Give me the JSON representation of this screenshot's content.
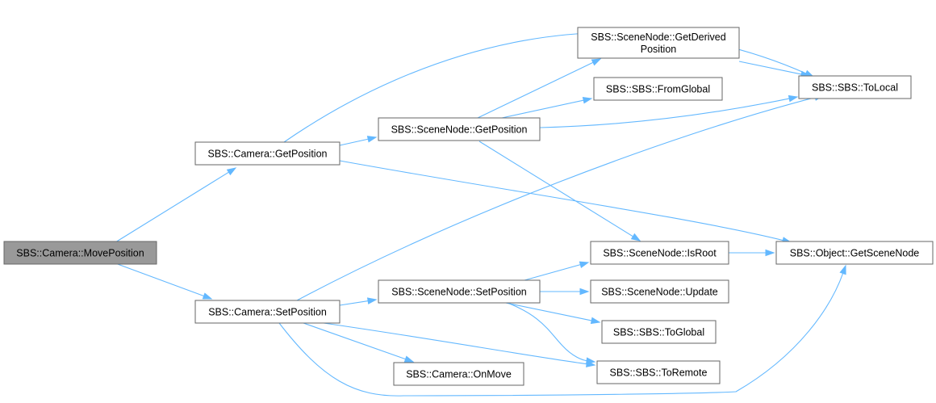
{
  "colors": {
    "edge": "#63b8ff",
    "node_fill": "#ffffff",
    "root_fill": "#999999",
    "border": "#666666"
  },
  "nodes": [
    {
      "id": "move",
      "lines": [
        "SBS::Camera::MovePosition"
      ],
      "root": true
    },
    {
      "id": "camget",
      "lines": [
        "SBS::Camera::GetPosition"
      ]
    },
    {
      "id": "camset",
      "lines": [
        "SBS::Camera::SetPosition"
      ]
    },
    {
      "id": "sn_getpos",
      "lines": [
        "SBS::SceneNode::GetPosition"
      ]
    },
    {
      "id": "sn_getder",
      "lines": [
        "SBS::SceneNode::GetDerived",
        "Position"
      ]
    },
    {
      "id": "fromglobal",
      "lines": [
        "SBS::SBS::FromGlobal"
      ]
    },
    {
      "id": "tolocal",
      "lines": [
        "SBS::SBS::ToLocal"
      ]
    },
    {
      "id": "isroot",
      "lines": [
        "SBS::SceneNode::IsRoot"
      ]
    },
    {
      "id": "getscenenode",
      "lines": [
        "SBS::Object::GetSceneNode"
      ]
    },
    {
      "id": "sn_setpos",
      "lines": [
        "SBS::SceneNode::SetPosition"
      ]
    },
    {
      "id": "update",
      "lines": [
        "SBS::SceneNode::Update"
      ]
    },
    {
      "id": "toglobal",
      "lines": [
        "SBS::SBS::ToGlobal"
      ]
    },
    {
      "id": "toremote",
      "lines": [
        "SBS::SBS::ToRemote"
      ]
    },
    {
      "id": "onmove",
      "lines": [
        "SBS::Camera::OnMove"
      ]
    }
  ],
  "edges": [
    {
      "from": "move",
      "to": "camget"
    },
    {
      "from": "move",
      "to": "camset"
    },
    {
      "from": "camget",
      "to": "sn_getpos"
    },
    {
      "from": "camget",
      "to": "tolocal"
    },
    {
      "from": "camget",
      "to": "getscenenode"
    },
    {
      "from": "sn_getpos",
      "to": "sn_getder"
    },
    {
      "from": "sn_getpos",
      "to": "fromglobal"
    },
    {
      "from": "sn_getpos",
      "to": "tolocal"
    },
    {
      "from": "sn_getpos",
      "to": "isroot"
    },
    {
      "from": "sn_getder",
      "to": "tolocal"
    },
    {
      "from": "camset",
      "to": "tolocal"
    },
    {
      "from": "camset",
      "to": "sn_setpos"
    },
    {
      "from": "camset",
      "to": "onmove"
    },
    {
      "from": "camset",
      "to": "toremote"
    },
    {
      "from": "camset",
      "to": "getscenenode"
    },
    {
      "from": "sn_setpos",
      "to": "isroot"
    },
    {
      "from": "sn_setpos",
      "to": "update"
    },
    {
      "from": "sn_setpos",
      "to": "toglobal"
    },
    {
      "from": "sn_setpos",
      "to": "toremote"
    },
    {
      "from": "isroot",
      "to": "getscenenode"
    }
  ]
}
